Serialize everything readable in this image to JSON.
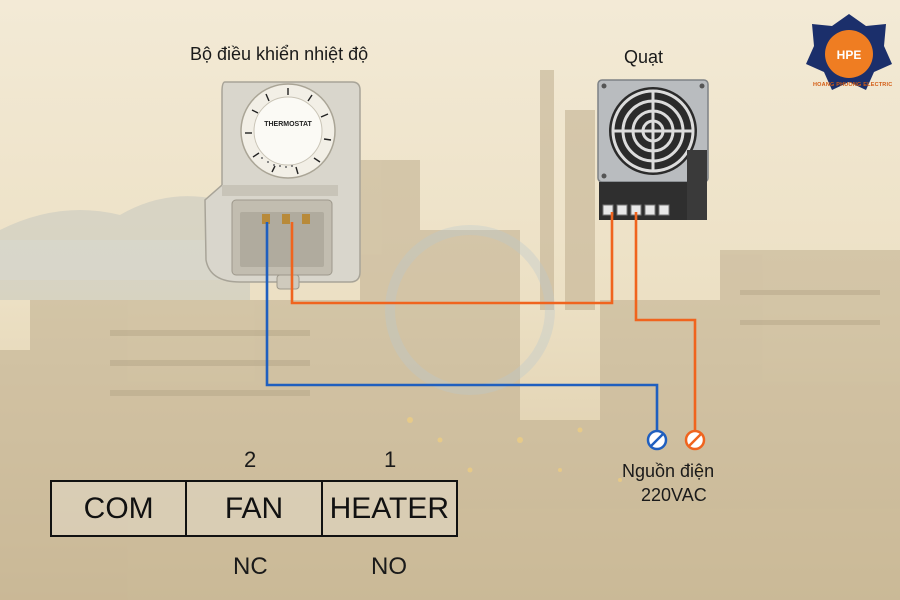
{
  "labels": {
    "thermostat_title": "Bộ điều khiển nhiệt độ",
    "fan_title": "Quạt",
    "power_line1": "Nguồn điện",
    "power_line2": "220VAC",
    "thermostat_face_text": "THERMOSTAT",
    "terminal_num_fan": "2",
    "terminal_num_heater": "1",
    "contact_nc": "NC",
    "contact_no": "NO"
  },
  "terminals": [
    {
      "label": "COM"
    },
    {
      "label": "FAN"
    },
    {
      "label": "HEATER"
    }
  ],
  "logo": {
    "mark": "HPE",
    "tagline": "HOANG PHUONG ELECTRIC"
  },
  "colors": {
    "wire_blue": "#1f5fbf",
    "wire_orange": "#f0641e",
    "logo_orange": "#ef7d22",
    "logo_navy": "#1b2f6b",
    "text": "#1a1a1a"
  }
}
